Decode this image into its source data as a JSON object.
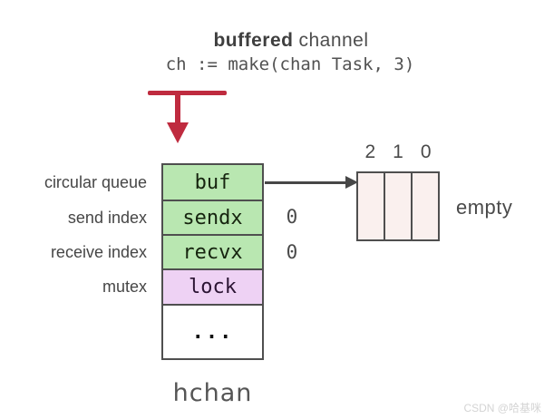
{
  "title": {
    "bold": "buffered",
    "rest": "channel"
  },
  "code": "ch := make(chan Task, 3)",
  "struct": {
    "caption": "hchan",
    "fields": [
      {
        "label": "circular queue",
        "name": "buf"
      },
      {
        "label": "send index",
        "name": "sendx",
        "value": "0"
      },
      {
        "label": "receive index",
        "name": "recvx",
        "value": "0"
      },
      {
        "label": "mutex",
        "name": "lock"
      },
      {
        "name": "..."
      }
    ]
  },
  "buffer": {
    "indices": [
      "2",
      "1",
      "0"
    ],
    "cell_count": 3,
    "status": "empty"
  },
  "watermark": "CSDN @哈基咪",
  "colors": {
    "field_green": "#b9e7b1",
    "lock_purple": "#eed2f4",
    "cell_pink": "#faf0ee",
    "arrow_red": "#bf2b3f",
    "border_gray": "#4f4f4f"
  }
}
